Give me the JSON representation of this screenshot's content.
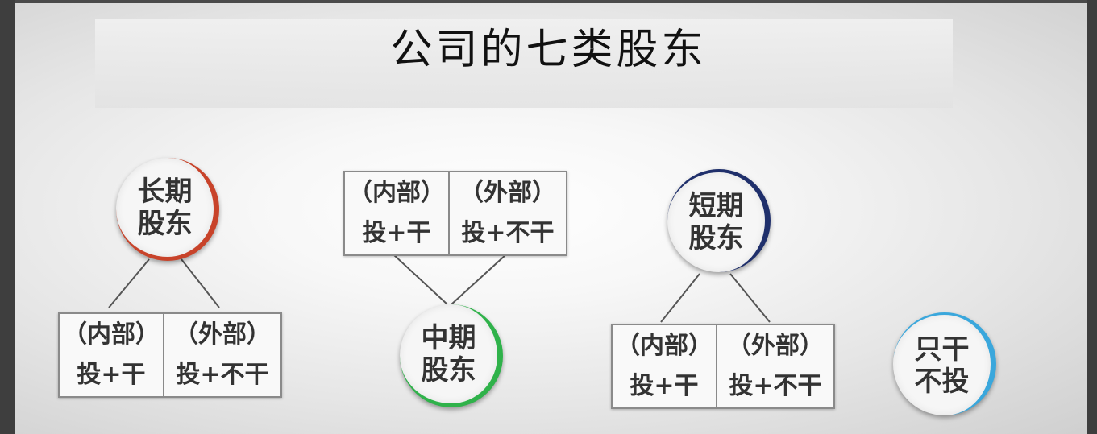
{
  "title": "公司的七类股东",
  "colors": {
    "long_term_ring": "#c8432a",
    "mid_term_ring": "#2fb24a",
    "short_term_ring": "#1f2f6b",
    "only_work_ring": "#3aa7dc"
  },
  "groups": [
    {
      "circle_line1": "长期",
      "circle_line2": "股东",
      "internal": {
        "line1": "（内部）",
        "line2": "投+干"
      },
      "external": {
        "line1": "（外部）",
        "line2": "投+不干"
      }
    },
    {
      "circle_line1": "中期",
      "circle_line2": "股东",
      "internal": {
        "line1": "（内部）",
        "line2": "投+干"
      },
      "external": {
        "line1": "（外部）",
        "line2": "投+不干"
      }
    },
    {
      "circle_line1": "短期",
      "circle_line2": "股东",
      "internal": {
        "line1": "（内部）",
        "line2": "投+干"
      },
      "external": {
        "line1": "（外部）",
        "line2": "投+不干"
      }
    },
    {
      "circle_line1": "只干",
      "circle_line2": "不投"
    }
  ]
}
